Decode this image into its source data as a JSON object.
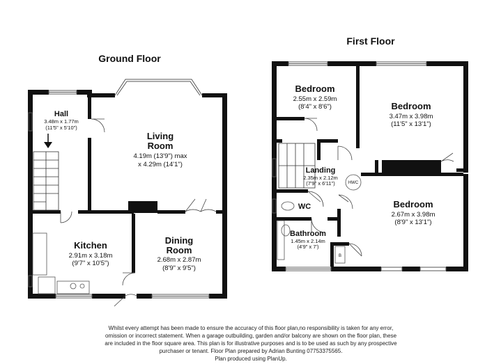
{
  "ground_floor": {
    "title": "Ground Floor",
    "rooms": {
      "hall": {
        "name": "Hall",
        "dim_m": "3.48m x 1.77m",
        "dim_ft": "(11'5\" x 5'10\")"
      },
      "living": {
        "name1": "Living",
        "name2": "Room",
        "dim1": "4.19m (13'9\") max",
        "dim2": "x 4.29m (14'1\")"
      },
      "kitchen": {
        "name": "Kitchen",
        "dim_m": "2.91m x 3.18m",
        "dim_ft": "(9'7\" x 10'5\")"
      },
      "dining": {
        "name1": "Dining",
        "name2": "Room",
        "dim_m": "2.68m x 2.87m",
        "dim_ft": "(8'9\" x 9'5\")"
      }
    }
  },
  "first_floor": {
    "title": "First Floor",
    "rooms": {
      "bedroom1": {
        "name": "Bedroom",
        "dim_m": "2.55m x 2.59m",
        "dim_ft": "(8'4\" x 8'6\")"
      },
      "bedroom2": {
        "name": "Bedroom",
        "dim_m": "3.47m x 3.98m",
        "dim_ft": "(11'5\" x 13'1\")"
      },
      "landing": {
        "name": "Landing",
        "dim_m": "2.35m x 2.12m",
        "dim_ft": "(7'9\" x 6'11\")"
      },
      "wc": {
        "name": "WC"
      },
      "hwc": {
        "name": "HWC"
      },
      "bedroom3": {
        "name": "Bedroom",
        "dim_m": "2.67m x 3.98m",
        "dim_ft": "(8'9\" x 13'1\")"
      },
      "bathroom": {
        "name": "Bathroom",
        "dim_m": "1.45m x 2.14m",
        "dim_ft": "(4'9\" x 7')"
      },
      "boiler": {
        "name": "B"
      }
    }
  },
  "disclaimer": {
    "line1": "Whilst every attempt has been made to ensure the accuracy of this floor plan,no responsibility is taken for any error,",
    "line2": "omission or incorrect statement. When a garage outbuilding, garden and/or balcony are shown on the floor plan, these",
    "line3": "are included in the floor square area. This plan is for illustrative purposes and is to be used as such by any prospective",
    "line4": "purchaser or tenant. Floor Plan prepared by Adrian Bunting 07753375565.",
    "line5": "Plan produced using PlanUp."
  }
}
